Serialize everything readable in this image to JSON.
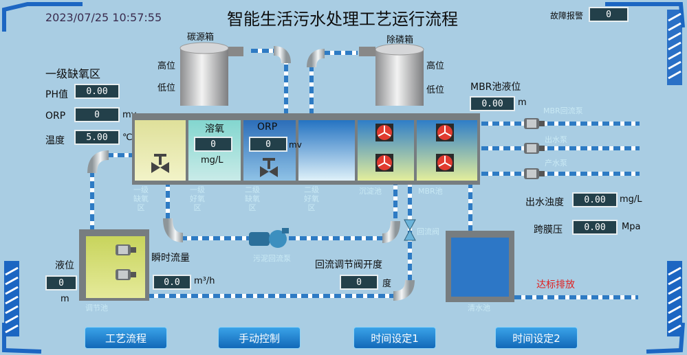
{
  "header": {
    "datetime": "2023/07/25 10:57:55",
    "title": "智能生活污水处理工艺运行流程",
    "fault_label": "故障报警",
    "fault_value": "0"
  },
  "anoxic1": {
    "heading": "一级缺氧区",
    "ph_label": "PH值",
    "ph_value": "0.00",
    "orp_label": "ORP",
    "orp_value": "0",
    "orp_unit": "mv",
    "temp_label": "温度",
    "temp_value": "5.00",
    "temp_unit": "℃"
  },
  "carbon_tank": {
    "name": "碳源箱",
    "high": "高位",
    "low": "低位"
  },
  "phos_tank": {
    "name": "除磷箱",
    "high": "高位",
    "low": "低位"
  },
  "aerobic1": {
    "do_label": "溶氧",
    "do_value": "0",
    "do_unit": "mg/L"
  },
  "anoxic2": {
    "orp_label": "ORP",
    "orp_value": "0",
    "orp_unit": "mv"
  },
  "mbr_level": {
    "label": "MBR池液位",
    "value": "0.00",
    "unit": "m"
  },
  "zone_labels": [
    "一级缺氧区",
    "一级好氧区",
    "二级缺氧区",
    "二级好氧区",
    "沉淀池",
    "MBR池"
  ],
  "right_pumps": [
    "MBR回流泵",
    "出水泵",
    "产水泵"
  ],
  "effluent": {
    "turbidity_label": "出水浊度",
    "turbidity_value": "0.00",
    "turbidity_unit": "mg/L",
    "tmp_label": "跨膜压",
    "tmp_value": "0.00",
    "tmp_unit": "Mpa"
  },
  "regulating": {
    "level_label": "液位",
    "level_value": "0",
    "level_unit": "m",
    "flow_label": "瞬时流量",
    "flow_value": "0.0",
    "flow_unit": "m³/h",
    "tank_name": "调节池"
  },
  "return_pump_name": "污泥回流泵",
  "return_valve": {
    "name": "回流阀",
    "opening_label": "回流调节阀开度",
    "opening_value": "0",
    "opening_unit": "度"
  },
  "clear_tank": {
    "name": "清水池",
    "discharge": "达标排放"
  },
  "nav": [
    "工艺流程",
    "手动控制",
    "时间设定1",
    "时间设定2"
  ]
}
